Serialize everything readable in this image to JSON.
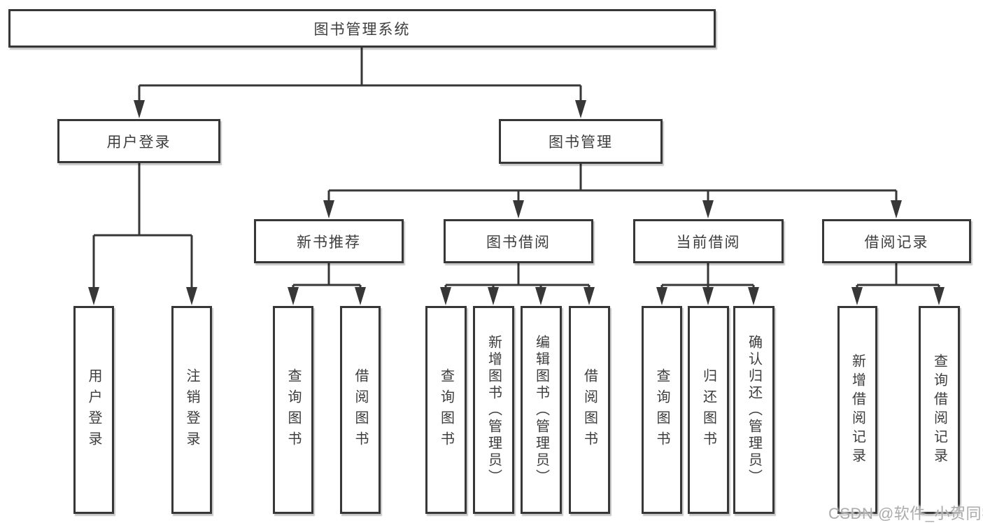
{
  "diagram": {
    "title": "图书管理系统",
    "watermark": "CSDN @软件_小贺同学",
    "colors": {
      "line": "#373737",
      "text": "#3d3d3d",
      "box_background": "#ffffff",
      "watermark": "#ababab",
      "page_background": "#ffffff"
    },
    "nodes": {
      "root": "图书管理系统",
      "user_login": "用户登录",
      "book_mgmt": "图书管理",
      "new_book_rec": "新书推荐",
      "book_borrow": "图书借阅",
      "current_borrow": "当前借阅",
      "borrow_record": "借阅记录",
      "v_user_login": "用户登录",
      "v_logout": "注销登录",
      "v_query_book_1": "查询图书",
      "v_borrow_book_1": "借阅图书",
      "v_query_book_2": "查询图书",
      "v_add_book": "新增图书（管理员）",
      "v_edit_book": "编辑图书（管理员）",
      "v_borrow_book_2": "借阅图书",
      "v_query_book_3": "查询图书",
      "v_return_book": "归还图书",
      "v_confirm_return": "确认归还（管理员）",
      "v_add_record": "新增借阅记录",
      "v_query_record": "查询借阅记录"
    },
    "tree": {
      "label": "图书管理系统",
      "children": [
        {
          "label": "用户登录",
          "children": [
            {
              "label": "用户登录"
            },
            {
              "label": "注销登录"
            }
          ]
        },
        {
          "label": "图书管理",
          "children": [
            {
              "label": "新书推荐",
              "children": [
                {
                  "label": "查询图书"
                },
                {
                  "label": "借阅图书"
                }
              ]
            },
            {
              "label": "图书借阅",
              "children": [
                {
                  "label": "查询图书"
                },
                {
                  "label": "新增图书（管理员）"
                },
                {
                  "label": "编辑图书（管理员）"
                },
                {
                  "label": "借阅图书"
                }
              ]
            },
            {
              "label": "当前借阅",
              "children": [
                {
                  "label": "查询图书"
                },
                {
                  "label": "归还图书"
                },
                {
                  "label": "确认归还（管理员）"
                }
              ]
            },
            {
              "label": "借阅记录",
              "children": [
                {
                  "label": "新增借阅记录"
                },
                {
                  "label": "查询借阅记录"
                }
              ]
            }
          ]
        }
      ]
    }
  }
}
